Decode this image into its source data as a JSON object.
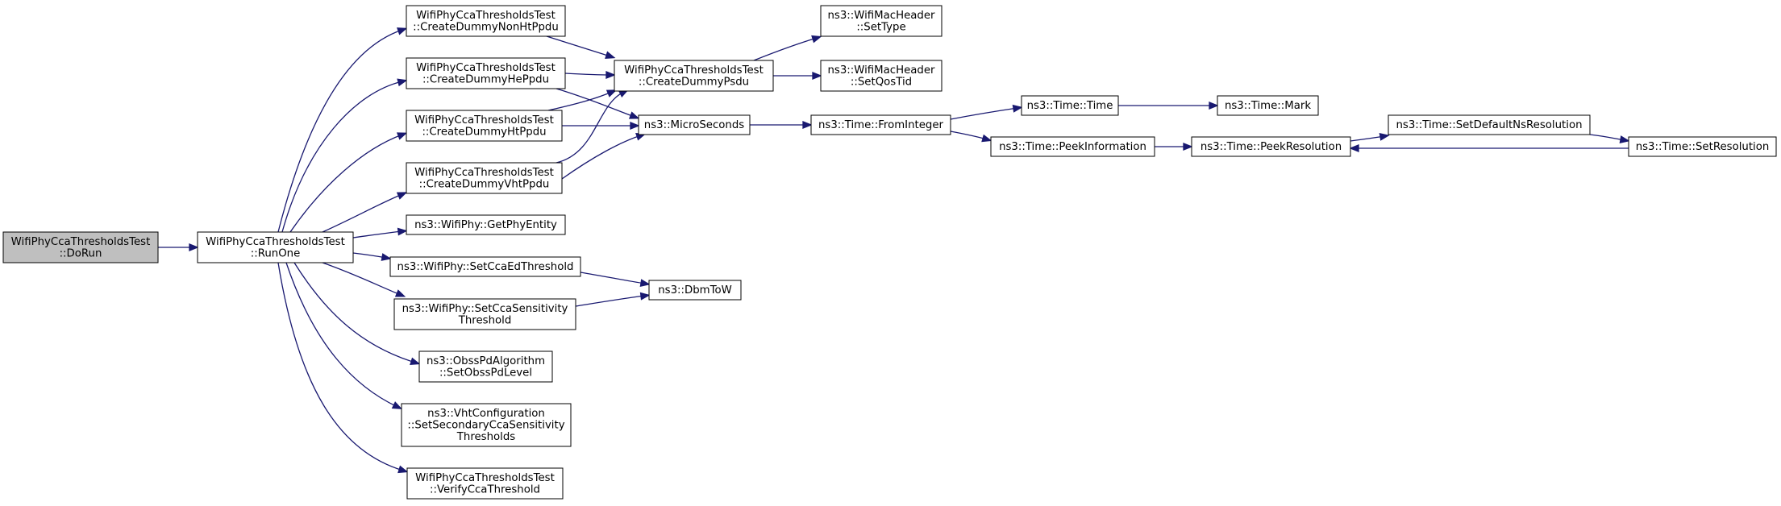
{
  "graph": {
    "nodes": [
      {
        "id": "doRun",
        "lines": [
          "WifiPhyCcaThresholdsTest",
          "::DoRun"
        ],
        "highlighted": true
      },
      {
        "id": "runOne",
        "lines": [
          "WifiPhyCcaThresholdsTest",
          "::RunOne"
        ]
      },
      {
        "id": "createNonHt",
        "lines": [
          "WifiPhyCcaThresholdsTest",
          "::CreateDummyNonHtPpdu"
        ]
      },
      {
        "id": "createHe",
        "lines": [
          "WifiPhyCcaThresholdsTest",
          "::CreateDummyHePpdu"
        ]
      },
      {
        "id": "createHt",
        "lines": [
          "WifiPhyCcaThresholdsTest",
          "::CreateDummyHtPpdu"
        ]
      },
      {
        "id": "createVht",
        "lines": [
          "WifiPhyCcaThresholdsTest",
          "::CreateDummyVhtPpdu"
        ]
      },
      {
        "id": "getPhyEntity",
        "lines": [
          "ns3::WifiPhy::GetPhyEntity"
        ]
      },
      {
        "id": "setCcaEd",
        "lines": [
          "ns3::WifiPhy::SetCcaEdThreshold"
        ]
      },
      {
        "id": "setCcaSens",
        "lines": [
          "ns3::WifiPhy::SetCcaSensitivity",
          "Threshold"
        ]
      },
      {
        "id": "setObss",
        "lines": [
          "ns3::ObssPdAlgorithm",
          "::SetObssPdLevel"
        ]
      },
      {
        "id": "vhtConf",
        "lines": [
          "ns3::VhtConfiguration",
          "::SetSecondaryCcaSensitivity",
          "Thresholds"
        ]
      },
      {
        "id": "verify",
        "lines": [
          "WifiPhyCcaThresholdsTest",
          "::VerifyCcaThreshold"
        ]
      },
      {
        "id": "createPsdu",
        "lines": [
          "WifiPhyCcaThresholdsTest",
          "::CreateDummyPsdu"
        ]
      },
      {
        "id": "micro",
        "lines": [
          "ns3::MicroSeconds"
        ]
      },
      {
        "id": "dbm",
        "lines": [
          "ns3::DbmToW"
        ]
      },
      {
        "id": "setType",
        "lines": [
          "ns3::WifiMacHeader",
          "::SetType"
        ]
      },
      {
        "id": "setQos",
        "lines": [
          "ns3::WifiMacHeader",
          "::SetQosTid"
        ]
      },
      {
        "id": "fromInt",
        "lines": [
          "ns3::Time::FromInteger"
        ]
      },
      {
        "id": "timeTime",
        "lines": [
          "ns3::Time::Time"
        ]
      },
      {
        "id": "peekInfo",
        "lines": [
          "ns3::Time::PeekInformation"
        ]
      },
      {
        "id": "mark",
        "lines": [
          "ns3::Time::Mark"
        ]
      },
      {
        "id": "peekRes",
        "lines": [
          "ns3::Time::PeekResolution"
        ]
      },
      {
        "id": "setDefNs",
        "lines": [
          "ns3::Time::SetDefaultNsResolution"
        ]
      },
      {
        "id": "setRes",
        "lines": [
          "ns3::Time::SetResolution"
        ]
      }
    ],
    "edges": [
      [
        "doRun",
        "runOne"
      ],
      [
        "runOne",
        "createNonHt"
      ],
      [
        "runOne",
        "createHe"
      ],
      [
        "runOne",
        "createHt"
      ],
      [
        "runOne",
        "createVht"
      ],
      [
        "runOne",
        "getPhyEntity"
      ],
      [
        "runOne",
        "setCcaEd"
      ],
      [
        "runOne",
        "setCcaSens"
      ],
      [
        "runOne",
        "setObss"
      ],
      [
        "runOne",
        "vhtConf"
      ],
      [
        "runOne",
        "verify"
      ],
      [
        "createNonHt",
        "createPsdu"
      ],
      [
        "createHe",
        "createPsdu"
      ],
      [
        "createHe",
        "micro"
      ],
      [
        "createHt",
        "createPsdu"
      ],
      [
        "createHt",
        "micro"
      ],
      [
        "createVht",
        "createPsdu"
      ],
      [
        "createVht",
        "micro"
      ],
      [
        "createPsdu",
        "setType"
      ],
      [
        "createPsdu",
        "setQos"
      ],
      [
        "micro",
        "fromInt"
      ],
      [
        "fromInt",
        "timeTime"
      ],
      [
        "fromInt",
        "peekInfo"
      ],
      [
        "timeTime",
        "mark"
      ],
      [
        "peekInfo",
        "peekRes"
      ],
      [
        "peekRes",
        "setDefNs"
      ],
      [
        "setDefNs",
        "setRes"
      ],
      [
        "setRes",
        "peekRes"
      ],
      [
        "setCcaEd",
        "dbm"
      ],
      [
        "setCcaSens",
        "dbm"
      ]
    ]
  },
  "colors": {
    "node_fill": "#ffffff",
    "highlight_fill": "#bfbfbf",
    "node_border": "#000000",
    "edge": "#191970"
  }
}
